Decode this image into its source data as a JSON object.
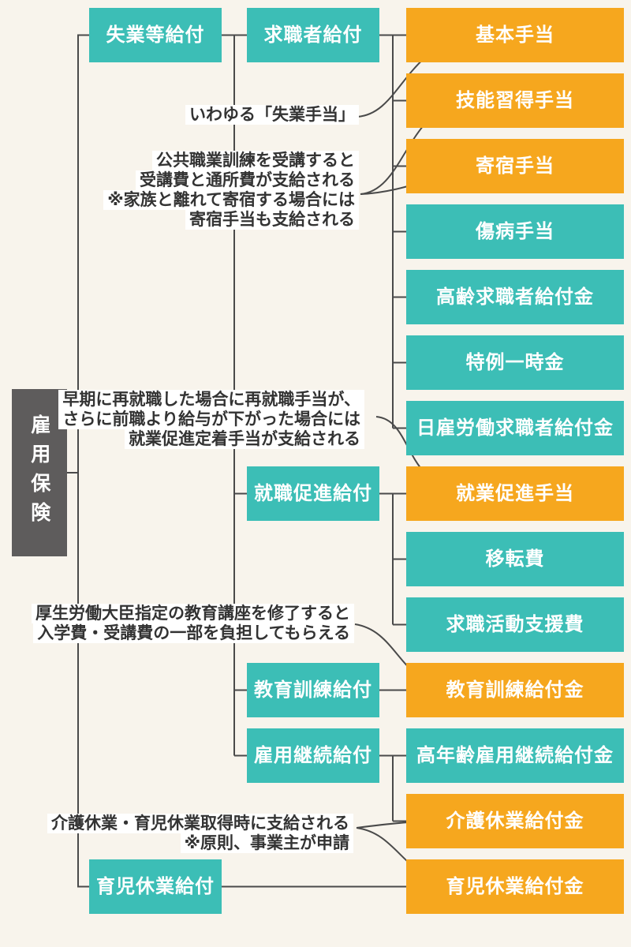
{
  "root": {
    "label": "雇用保険"
  },
  "level1": [
    {
      "label": "失業等給付"
    },
    {
      "label": "育児休業給付"
    }
  ],
  "level2": [
    {
      "label": "求職者給付"
    },
    {
      "label": "就職促進給付"
    },
    {
      "label": "教育訓練給付"
    },
    {
      "label": "雇用継続給付"
    }
  ],
  "benefits": [
    {
      "label": "基本手当",
      "color": "orange"
    },
    {
      "label": "技能習得手当",
      "color": "orange"
    },
    {
      "label": "寄宿手当",
      "color": "orange"
    },
    {
      "label": "傷病手当",
      "color": "teal"
    },
    {
      "label": "高齢求職者給付金",
      "color": "teal"
    },
    {
      "label": "特例一時金",
      "color": "teal"
    },
    {
      "label": "日雇労働求職者給付金",
      "color": "teal"
    },
    {
      "label": "就業促進手当",
      "color": "orange"
    },
    {
      "label": "移転費",
      "color": "teal"
    },
    {
      "label": "求職活動支援費",
      "color": "teal"
    },
    {
      "label": "教育訓練給付金",
      "color": "orange"
    },
    {
      "label": "高年齢雇用継続給付金",
      "color": "teal"
    },
    {
      "label": "介護休業給付金",
      "color": "orange"
    },
    {
      "label": "育児休業給付金",
      "color": "orange"
    }
  ],
  "annotations": [
    {
      "lines": [
        "いわゆる「失業手当」"
      ]
    },
    {
      "lines": [
        "公共職業訓練を受講すると",
        "受講費と通所費が支給される",
        "※家族と離れて寄宿する場合には",
        "寄宿手当も支給される"
      ]
    },
    {
      "lines": [
        "早期に再就職した場合に再就職手当が、",
        "さらに前職より給与が下がった場合には",
        "就業促進定着手当が支給される"
      ]
    },
    {
      "lines": [
        "厚生労働大臣指定の教育講座を修了すると",
        "入学費・受講費の一部を負担してもらえる"
      ]
    },
    {
      "lines": [
        "介護休業・育児休業取得時に支給される",
        "※原則、事業主が申請"
      ]
    }
  ],
  "colors": {
    "teal": "#3CBEB6",
    "orange": "#F6A71E",
    "root_gray": "#5E5C5C",
    "background": "#F8F4EC",
    "line": "#4A4A4A",
    "text_dark": "#333333"
  }
}
